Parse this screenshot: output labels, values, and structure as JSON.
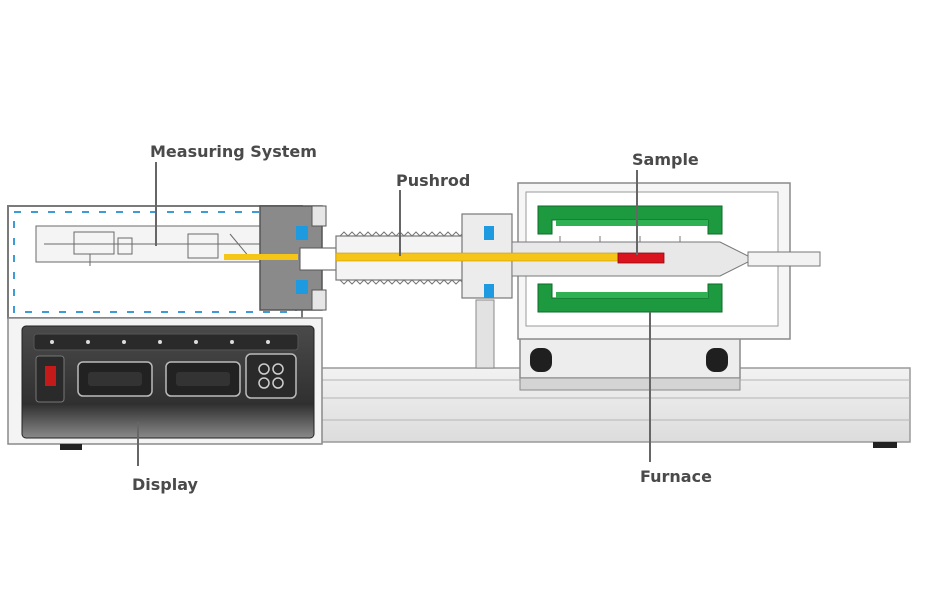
{
  "labels": {
    "measuring_system": "Measuring System",
    "pushrod": "Pushrod",
    "sample": "Sample",
    "display": "Display",
    "furnace": "Furnace"
  },
  "colors": {
    "pushrod": "#f5c518",
    "sample": "#d9141e",
    "furnace_heater": "#1d9a3f",
    "seal": "#1e9be0",
    "housing": "#e6e6e6",
    "panel_dark": "#3a3a3a",
    "insulation_dash": "#3f9bd6",
    "line": "#666666"
  }
}
